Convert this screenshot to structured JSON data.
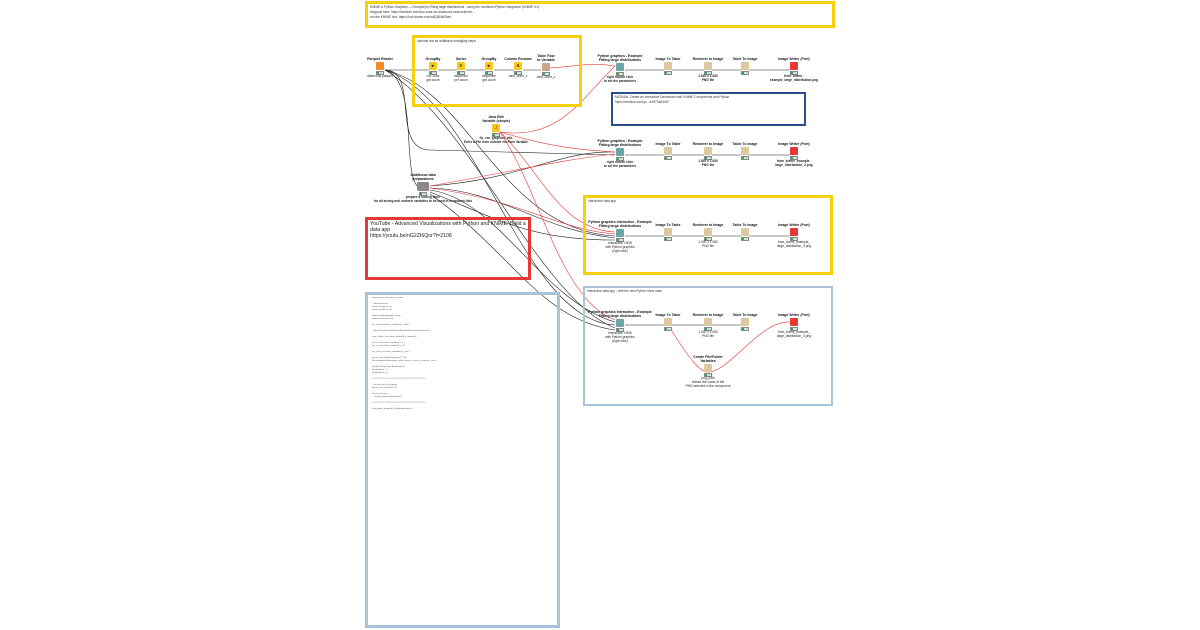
{
  "top_annotation": {
    "line1": "KNIME & Python Graphics — Example(s) Fitting large distributions - using the combined Python integration (KNIME 5.x)",
    "line2": "blogpost here: https://medium.com/low-code-for-advanced-data-science/...",
    "line3": "run the KNIME hub: https://hub.knime.com/s/8Q6Nki26xe"
  },
  "group_annotation_title": "optional mix as additional wrangling steps",
  "blue_annotation": {
    "line1": "MEDIUM: Create an Interactive Dashboard with KNIME Components and Python",
    "line2": "https://medium.com/p/.../e1ff73a63467"
  },
  "interactive_annotation_title": "Interactive data app",
  "interactive2_annotation_title": "Interactive data app - with the new Python View node",
  "youtube": {
    "line1": "YouTube - Advanced Visualizations with Python and KNIME: Build a data app",
    "line2": "https://youtu.be/nG2ZI6Qor?t=2108"
  },
  "code_lines": [
    "import knime.scripting.io as knio",
    "",
    "# import libraries",
    "import numpy as np",
    "import pandas as pd",
    "",
    "import matplotlib.pyplot as plt",
    "import seaborn as sns",
    "",
    "var_file = knio.flow_variables[\"v_path\"]",
    "",
    "# https://medium.com/low-code-for-advanced-data-science/...",
    "",
    "input_table = knio.input_tables[0].to_pandas()",
    "",
    "var_x = knio.flow_variables[\"v_x\"]",
    "var_y = knio.flow_variables[\"v_y\"]",
    "",
    "var_hue = knio.flow_variables[\"v_hue\"]",
    "",
    "fig, ax = plt.subplots(figsize=(12, 8))",
    "sns.scatterplot(data=input_table, x=var_x, y=var_y, hue=var_hue)",
    "",
    "plt.title(\"Fitting large distributions\")",
    "plt.xlabel(var_x)",
    "plt.ylabel(var_y)",
    "",
    "############################################",
    "",
    "# set the size of the figure",
    "fig.set_size_inches(16, 9)",
    "",
    "for ax in fig.axes:",
    "    ax.tick_params(labelsize=6)",
    "",
    "############################################",
    "",
    "knio.output_images[0] = buffer.getvalue()"
  ],
  "nodes": {
    "parquet": {
      "title": "Parquet Reader",
      "caption": "diamonds.parquet"
    },
    "groupby1": {
      "title": "GroupBy",
      "caption": "cut, color\nget count"
    },
    "sorter": {
      "title": "Sorter",
      "caption": "sequence\nper count"
    },
    "groupby2": {
      "title": "GroupBy",
      "caption": "sequence\nget count"
    },
    "colrename": {
      "title": "Column Rename",
      "caption": "rank_order_x"
    },
    "tablerow": {
      "title": "Table Row\nto Variable",
      "caption": "rank_order_x"
    },
    "py1": {
      "title": "Python graphics - Example\nFitting large distributions",
      "caption": "right mouse click\nto set the parameters"
    },
    "imgtable1": {
      "title": "Image To Table",
      "caption": ""
    },
    "render1": {
      "title": "Renderer to Image",
      "caption": "1.920 x 1.080\nPNG file"
    },
    "table2img1": {
      "title": "Table To Image",
      "caption": ""
    },
    "imgwriter1": {
      "title": "Image Writer (Port)",
      "caption": "from_knime_\nexample_large_distribution.png"
    },
    "javaedit": {
      "title": "Java Edit\nVariable (simple)",
      "caption": "Enter a File from outside via Flow Variable"
    },
    "javaedit_path": "flo_var_graphics_title",
    "py2": {
      "title": "Python graphics - Example\nFitting large distributions",
      "caption": "right mouse click\nto set the parameters"
    },
    "imgtable2": {
      "title": "Image To Table",
      "caption": ""
    },
    "render2": {
      "title": "Renderer to Image",
      "caption": "1.920 x 1.080\nPNG file"
    },
    "table2img2": {
      "title": "Table To Image",
      "caption": ""
    },
    "imgwriter2": {
      "title": "Image Writer (Port)",
      "caption": "from_knime_example_\nlarge_distribution_2.png"
    },
    "additional": {
      "title": "Additional data\npreparations",
      "caption": "prepare a sorting layer\nfor all strong and numeric variables to be used in dropdown lists"
    },
    "py3": {
      "title": "Python graphics Interactive - Example\nFitting large distributions",
      "caption": "Interactive VIEW\nwith Python graphics\n(right click)"
    },
    "imgtable3": {
      "title": "Image To Table",
      "caption": ""
    },
    "render3": {
      "title": "Renderer to Image",
      "caption": "1.920 x 1.080\nPNG file"
    },
    "table2img3": {
      "title": "Table To Image",
      "caption": ""
    },
    "imgwriter3": {
      "title": "Image Writer (Port)",
      "caption": "from_knime_example_\nlarge_distribution_3.png"
    },
    "py4": {
      "title": "Python graphics Interactive - Example\nFitting large distributions",
      "caption": "Interactive VIEW\nwith Python graphics\n(right click)"
    },
    "imgtable4": {
      "title": "Image To Table",
      "caption": ""
    },
    "render4": {
      "title": "Renderer to Image",
      "caption": "1.920 x 1.080\nPNG file"
    },
    "table2img4": {
      "title": "Table To Image",
      "caption": ""
    },
    "imgwriter4": {
      "title": "Image Writer (Port)",
      "caption": "from_knime_example_\nlarge_distribution_4.png"
    },
    "createfolder": {
      "title": "Create File/Folder\nVariables",
      "caption": "png_path\nextract the name of the\nPNG selected in the component"
    }
  },
  "colors": {
    "annotation_yellow": "#f5d10c",
    "annotation_blue": "#2c4e8c",
    "annotation_red": "#e53935",
    "annotation_lightblue": "#a9c4d6",
    "connection_black": "#222222",
    "flow_variable_red": "#e53935"
  }
}
